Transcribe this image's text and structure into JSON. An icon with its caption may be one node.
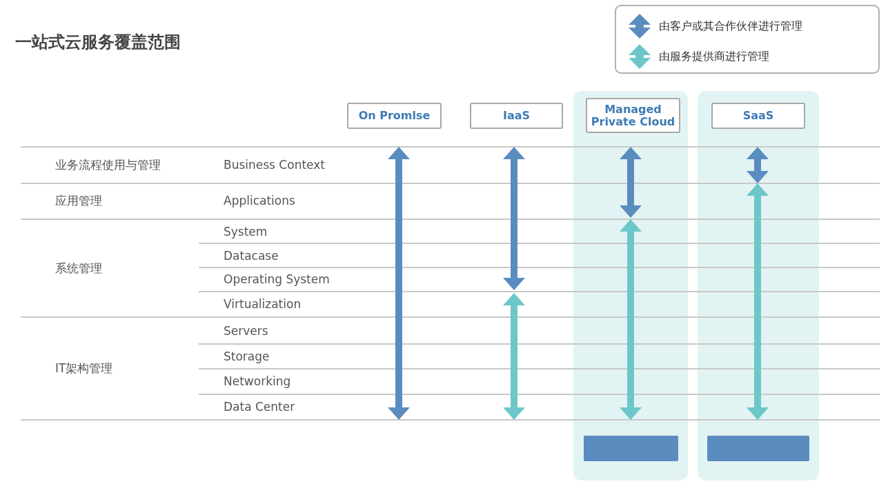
{
  "diagram": {
    "title": "一站式云服务覆盖范围",
    "nodes": [
      {
        "text": [
          "On Promlse"
        ]
      },
      {
        "text": [
          "IaaS"
        ]
      },
      {
        "text": [
          "Managed Private Cloud"
        ]
      },
      {
        "text": [
          "SaaS"
        ]
      },
      {
        "text": [],
        "shape": "box"
      },
      {
        "text": [],
        "shape": "box"
      }
    ],
    "labels": [
      "业务流程使用与管理",
      "Business Context",
      "应用管理",
      "Applications",
      "System",
      "Datacase",
      "系统管理",
      "Operating System",
      "Virtualization",
      "Servers",
      "Storage",
      "IT架构管理",
      "Networking",
      "Data Center"
    ],
    "legend": [
      {
        "text": "由客户或其合作伙伴进行管理"
      },
      {
        "text": "由服务提供商进行管理"
      }
    ]
  }
}
